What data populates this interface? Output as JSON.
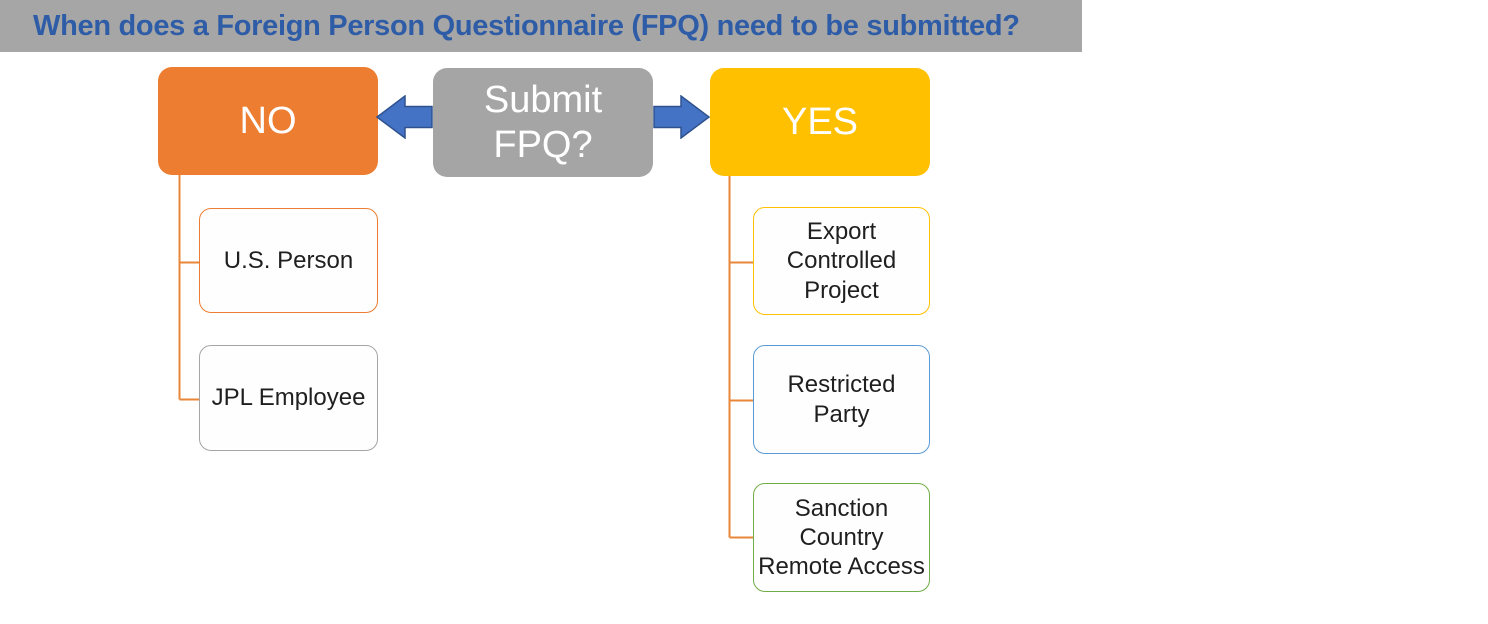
{
  "title": {
    "text": "When does a Foreign Person Questionnaire (FPQ) need to be submitted?"
  },
  "decision": {
    "label": "Submit\nFPQ?"
  },
  "branches": {
    "no": {
      "label": "NO",
      "items": [
        {
          "label": "U.S. Person"
        },
        {
          "label": "JPL Employee"
        }
      ]
    },
    "yes": {
      "label": "YES",
      "items": [
        {
          "label": "Export\nControlled\nProject"
        },
        {
          "label": "Restricted\nParty"
        },
        {
          "label": "Sanction\nCountry\nRemote Access"
        }
      ]
    }
  },
  "colors": {
    "title_bar_bg": "#A6A6A6",
    "title_text": "#2E5CA6",
    "no_fill": "#ED7D31",
    "yes_fill": "#FFC000",
    "decision_fill": "#A5A5A5",
    "arrow_fill": "#4472C4",
    "arrow_border": "#2F528F",
    "connector": "#E8873A",
    "us_person_border": "#ED7D31",
    "jpl_employee_border": "#A5A5A5",
    "export_border": "#FFC000",
    "restricted_border": "#5B9BD5",
    "sanction_border": "#70AD47",
    "child_text": "#1F1F1F"
  }
}
